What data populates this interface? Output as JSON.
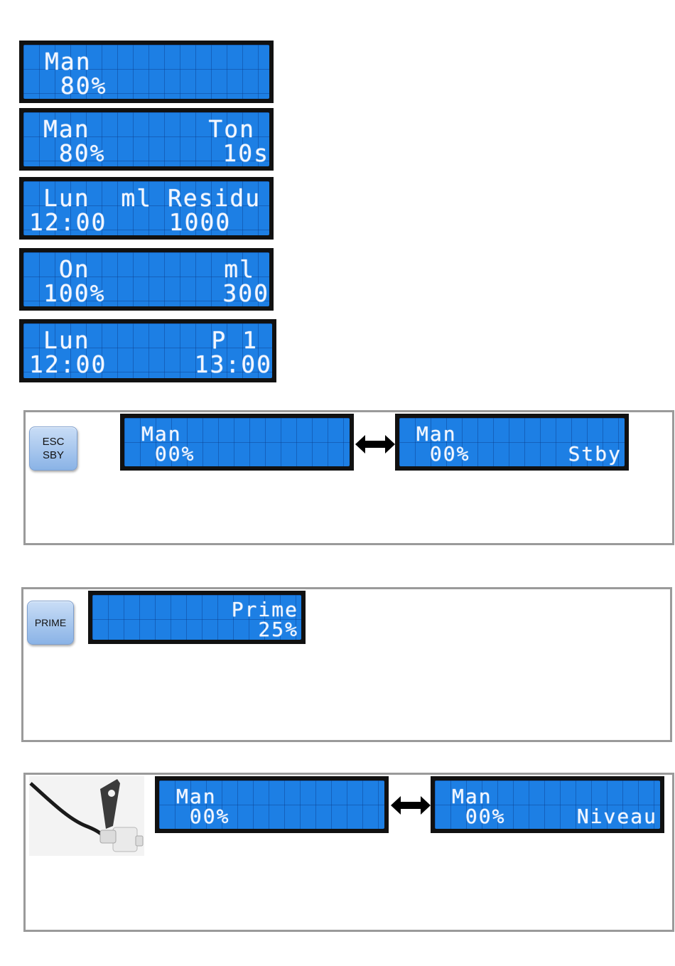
{
  "displays": [
    {
      "line1_left": "Man",
      "line1_right": "",
      "line2_left": " 80%",
      "line2_right": ""
    },
    {
      "line1_left": "Man",
      "line1_right": "Ton",
      "line2_left": " 80%",
      "line2_right": "10s"
    },
    {
      "line1_left": "Lun  ml Residu",
      "line1_right": "",
      "line2_left": "12:00    1000",
      "line2_right": ""
    },
    {
      "line1_left": " On",
      "line1_right": "ml",
      "line2_left": "100%",
      "line2_right": "300"
    },
    {
      "line1_left": "Lun",
      "line1_right": "P 1",
      "line2_left": "12:00",
      "line2_right": "13:00"
    }
  ],
  "standby_section": {
    "key_line1": "ESC",
    "key_line2": "SBY",
    "display_a": {
      "line1": "Man",
      "line2": " 00%",
      "line2_right": ""
    },
    "display_b": {
      "line1": "Man",
      "line2": " 00%",
      "line2_right": "Stby"
    }
  },
  "prime_section": {
    "key_label": "PRIME",
    "display": {
      "line1_right": "Prime",
      "line2_right": "25%"
    }
  },
  "level_section": {
    "display_a": {
      "line1": "Man",
      "line2": " 00%",
      "line2_right": ""
    },
    "display_b": {
      "line1": "Man",
      "line2": " 00%",
      "line2_right": "Niveau"
    }
  }
}
